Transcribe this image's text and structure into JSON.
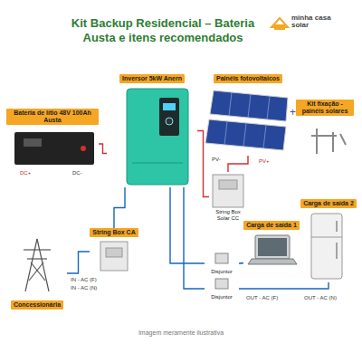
{
  "diagram": {
    "title": "Kit Backup Residencial – Bateria Austa e itens recomendados",
    "caption": "Imagem meramente ilustrativa",
    "nodes": [
      {
        "text": [
          "Inversor 5kW Anern"
        ]
      },
      {
        "text": [
          "Painéis fotovoltaicos"
        ]
      },
      {
        "text": [
          "Kit fixação - painéis solares"
        ]
      },
      {
        "text": [
          "Bateria de lítio 48V 100Ah Austa"
        ]
      },
      {
        "text": [
          "String Box Solar CC"
        ]
      },
      {
        "text": [
          "String Box CA"
        ]
      },
      {
        "text": [
          "Concessionária"
        ]
      },
      {
        "text": [
          "Carga de saída 1"
        ]
      },
      {
        "text": [
          "Carga de saída 2"
        ]
      },
      {
        "text": [
          "Disjuntor"
        ]
      },
      {
        "text": [
          "Disjuntor"
        ]
      }
    ],
    "edges": [
      {
        "from": 3,
        "to": 0,
        "arrow": "none"
      },
      {
        "from": 1,
        "to": 4,
        "arrow": "none"
      },
      {
        "from": 4,
        "to": 0,
        "arrow": "none"
      },
      {
        "from": 0,
        "to": 5,
        "arrow": "none"
      },
      {
        "from": 6,
        "to": 5,
        "arrow": "none"
      },
      {
        "from": 0,
        "to": 9,
        "arrow": "none"
      },
      {
        "from": 0,
        "to": 10,
        "arrow": "none"
      },
      {
        "from": 9,
        "to": 7,
        "arrow": "none"
      },
      {
        "from": 10,
        "to": 8,
        "arrow": "none"
      }
    ],
    "labels": [
      "minha casa solar",
      "+",
      "PV+",
      "PV-",
      "DC+",
      "DC-",
      "IN - AC (F)",
      "IN - AC (N)",
      "OUT - AC (F)",
      "OUT - AC (N)"
    ]
  }
}
